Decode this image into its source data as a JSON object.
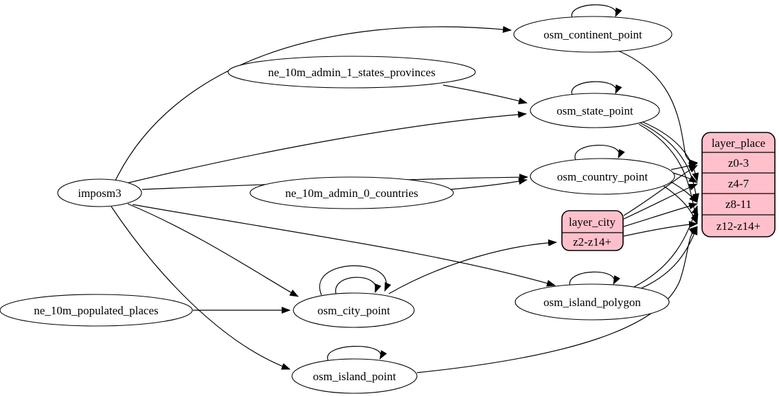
{
  "diagram_type": "etl-graph",
  "colors": {
    "background": "#ffffff",
    "node_fill": "#ffffff",
    "record_fill": "#ffc0cb",
    "stroke": "#000000"
  },
  "nodes": {
    "imposm3": {
      "label": "imposm3",
      "shape": "ellipse"
    },
    "ne_10m_admin_1_states_provinces": {
      "label": "ne_10m_admin_1_states_provinces",
      "shape": "ellipse"
    },
    "ne_10m_admin_0_countries": {
      "label": "ne_10m_admin_0_countries",
      "shape": "ellipse"
    },
    "ne_10m_populated_places": {
      "label": "ne_10m_populated_places",
      "shape": "ellipse"
    },
    "osm_continent_point": {
      "label": "osm_continent_point",
      "shape": "ellipse"
    },
    "osm_state_point": {
      "label": "osm_state_point",
      "shape": "ellipse"
    },
    "osm_country_point": {
      "label": "osm_country_point",
      "shape": "ellipse"
    },
    "osm_island_polygon": {
      "label": "osm_island_polygon",
      "shape": "ellipse"
    },
    "osm_city_point": {
      "label": "osm_city_point",
      "shape": "ellipse"
    },
    "osm_island_point": {
      "label": "osm_island_point",
      "shape": "ellipse"
    }
  },
  "records": {
    "layer_city": {
      "title": "layer_city",
      "rows": [
        "z2-z14+"
      ]
    },
    "layer_place": {
      "title": "layer_place",
      "rows": [
        "z0-3",
        "z4-7",
        "z8-11",
        "z12-z14+"
      ]
    }
  },
  "edges": [
    {
      "from": "imposm3",
      "to": "osm_continent_point"
    },
    {
      "from": "imposm3",
      "to": "osm_state_point"
    },
    {
      "from": "imposm3",
      "to": "osm_country_point"
    },
    {
      "from": "imposm3",
      "to": "osm_city_point"
    },
    {
      "from": "imposm3",
      "to": "osm_island_polygon"
    },
    {
      "from": "imposm3",
      "to": "osm_island_point"
    },
    {
      "from": "ne_10m_admin_1_states_provinces",
      "to": "osm_state_point"
    },
    {
      "from": "ne_10m_admin_0_countries",
      "to": "osm_country_point"
    },
    {
      "from": "ne_10m_populated_places",
      "to": "osm_city_point"
    },
    {
      "from": "osm_continent_point",
      "to": "osm_continent_point"
    },
    {
      "from": "osm_state_point",
      "to": "osm_state_point"
    },
    {
      "from": "osm_country_point",
      "to": "osm_country_point"
    },
    {
      "from": "osm_city_point",
      "to": "osm_city_point"
    },
    {
      "from": "osm_city_point",
      "to": "osm_city_point"
    },
    {
      "from": "osm_island_polygon",
      "to": "osm_island_polygon"
    },
    {
      "from": "osm_island_point",
      "to": "osm_island_point"
    },
    {
      "from": "osm_city_point",
      "to": "layer_city:z2-z14+"
    },
    {
      "from": "osm_continent_point",
      "to": "layer_place:z0-3"
    },
    {
      "from": "osm_country_point",
      "to": "layer_place:z0-3"
    },
    {
      "from": "osm_country_point",
      "to": "layer_place:z4-7"
    },
    {
      "from": "osm_country_point",
      "to": "layer_place:z8-11"
    },
    {
      "from": "osm_country_point",
      "to": "layer_place:z12-z14+"
    },
    {
      "from": "osm_state_point",
      "to": "layer_place:z4-7"
    },
    {
      "from": "osm_state_point",
      "to": "layer_place:z8-11"
    },
    {
      "from": "osm_state_point",
      "to": "layer_place:z12-z14+"
    },
    {
      "from": "layer_city",
      "to": "layer_place:z0-3"
    },
    {
      "from": "layer_city",
      "to": "layer_place:z4-7"
    },
    {
      "from": "layer_city",
      "to": "layer_place:z8-11"
    },
    {
      "from": "layer_city",
      "to": "layer_place:z12-z14+"
    },
    {
      "from": "osm_island_polygon",
      "to": "layer_place:z8-11"
    },
    {
      "from": "osm_island_polygon",
      "to": "layer_place:z12-z14+"
    },
    {
      "from": "osm_island_point",
      "to": "layer_place:z12-z14+"
    }
  ]
}
